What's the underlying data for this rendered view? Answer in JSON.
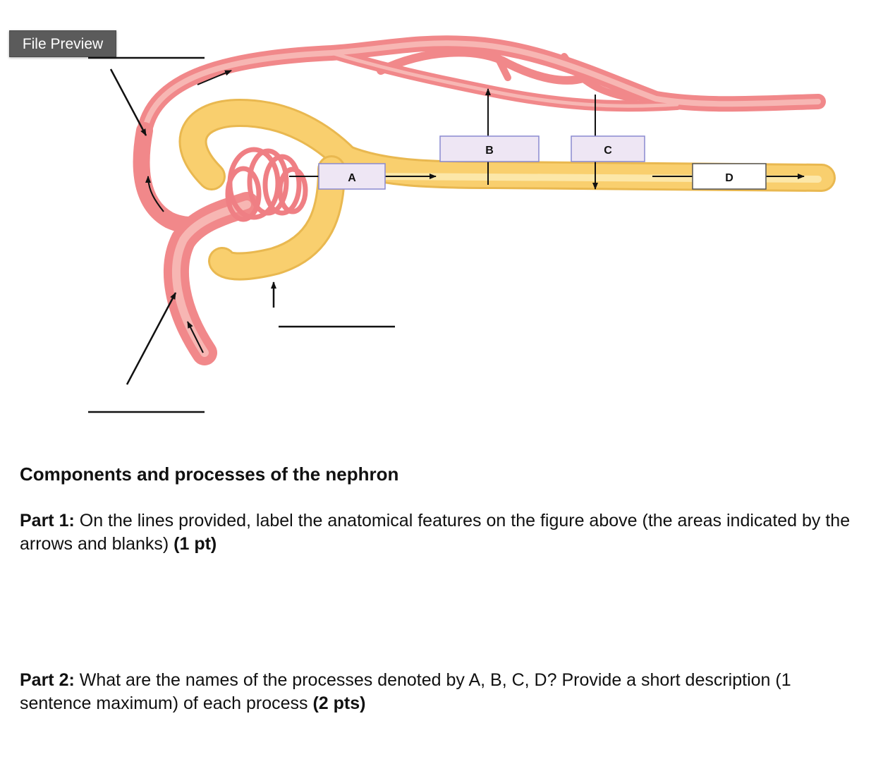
{
  "badge": "File Preview",
  "labels": {
    "a": "A",
    "b": "B",
    "c": "C",
    "d": "D"
  },
  "text": {
    "title": "Components and processes of the nephron",
    "part1_label": "Part 1:",
    "part1_text": " On the lines provided, label the anatomical features on the figure above (the areas indicated by the arrows and blanks) ",
    "part1_pts": "(1 pt)",
    "part2_label": "Part 2:",
    "part2_text": " What are the names of the processes denoted by A, B, C, D?  Provide a short description (1 sentence maximum) of each process ",
    "part2_pts": "(2 pts)"
  },
  "colors": {
    "vessel": "#f1888a",
    "vessel_light": "#f7b6b3",
    "tubule": "#f9cf6e",
    "tubule_light": "#fce7a8",
    "label_box": "#eee6f4"
  }
}
